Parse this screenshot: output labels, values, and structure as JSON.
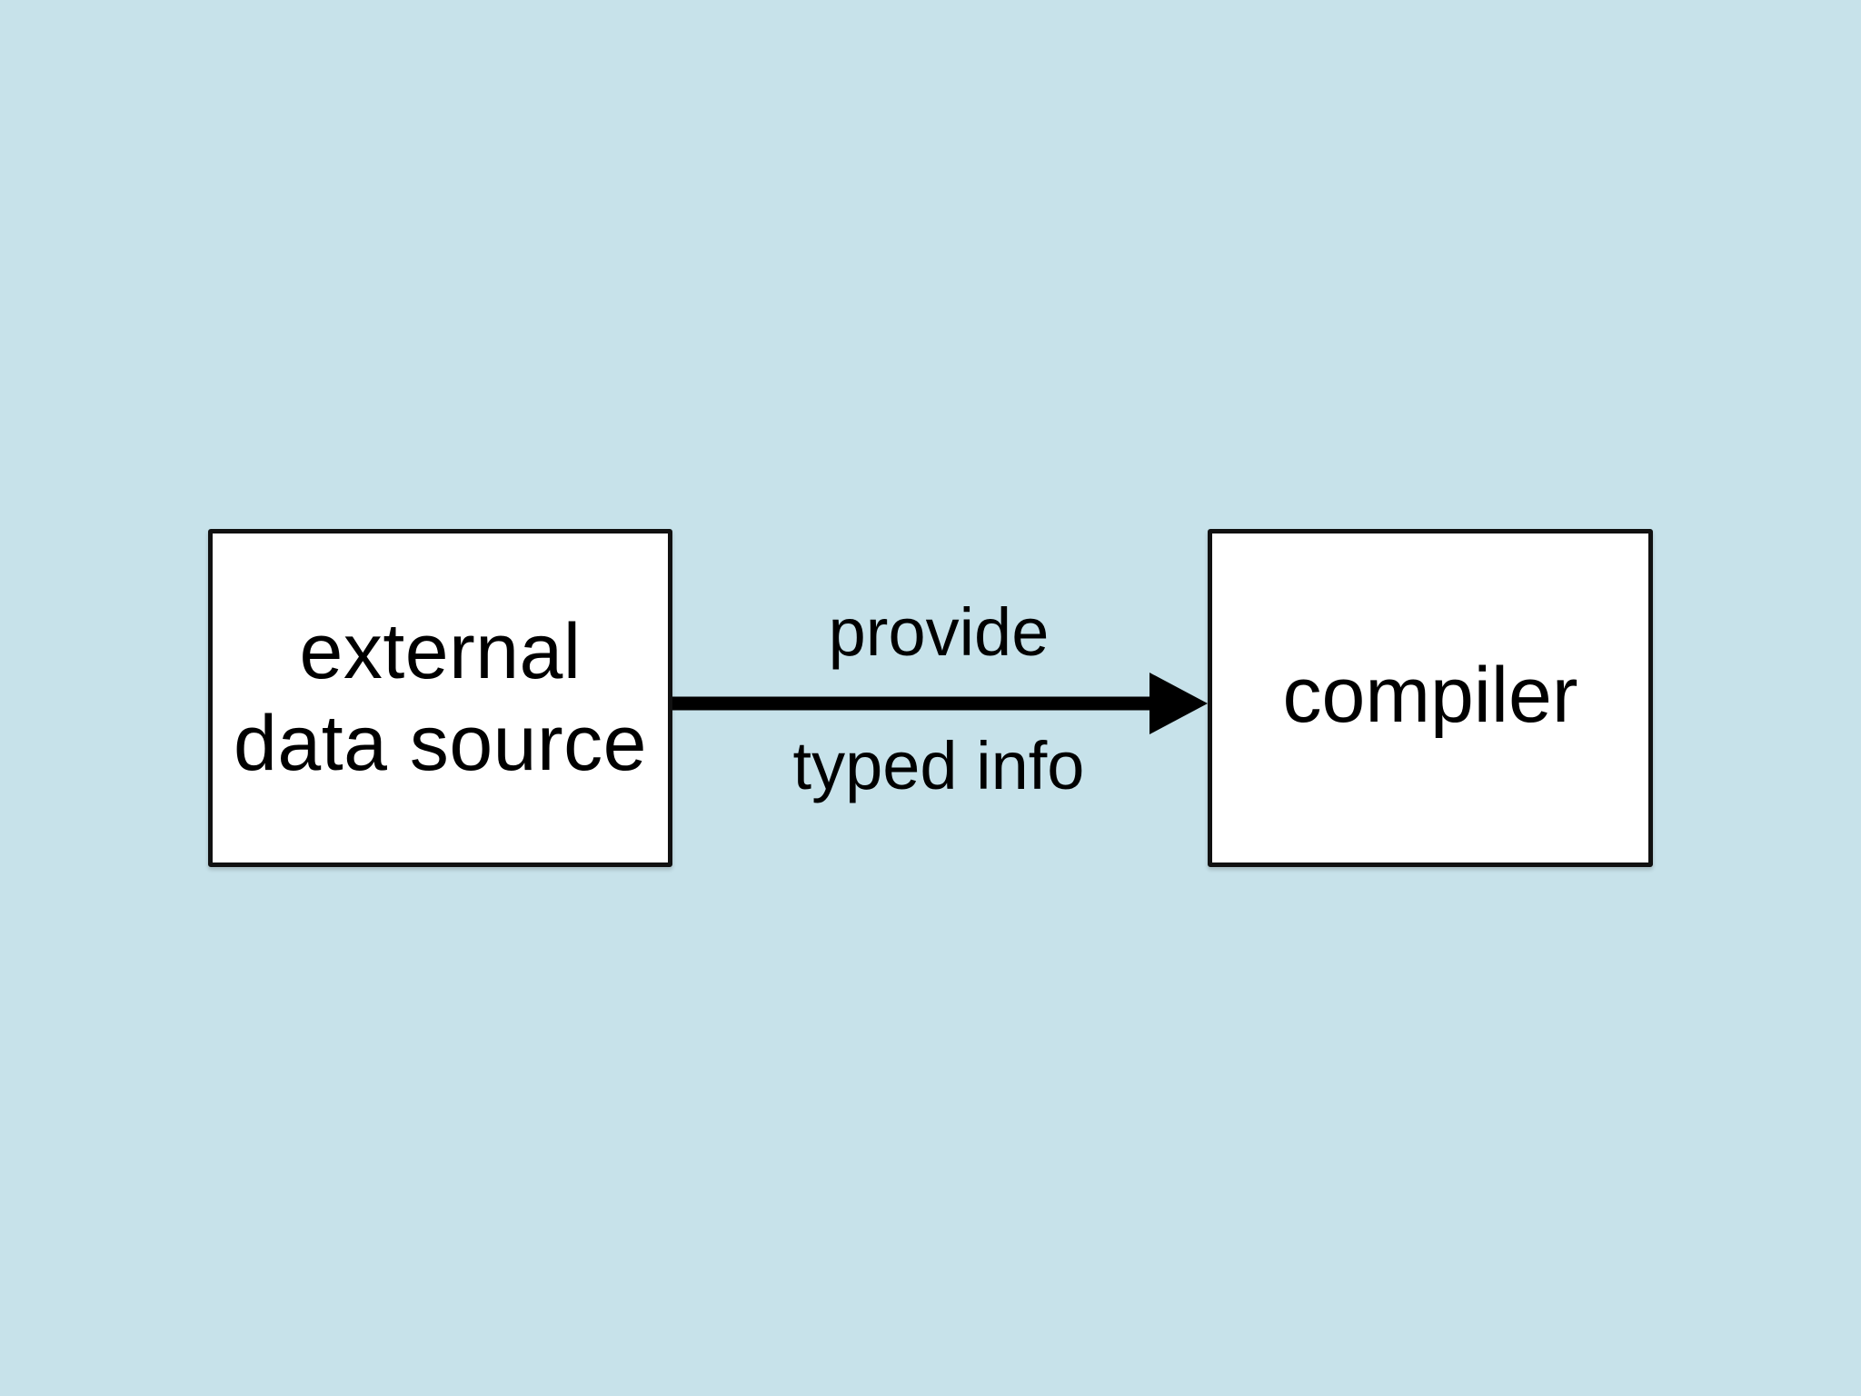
{
  "diagram": {
    "background_color": "#c7e2ea",
    "nodes": {
      "source": {
        "lines": [
          "external",
          "data source"
        ]
      },
      "compiler": {
        "label": "compiler"
      }
    },
    "edge": {
      "label_top": "provide",
      "label_bottom": "typed info",
      "color": "#000000"
    }
  }
}
